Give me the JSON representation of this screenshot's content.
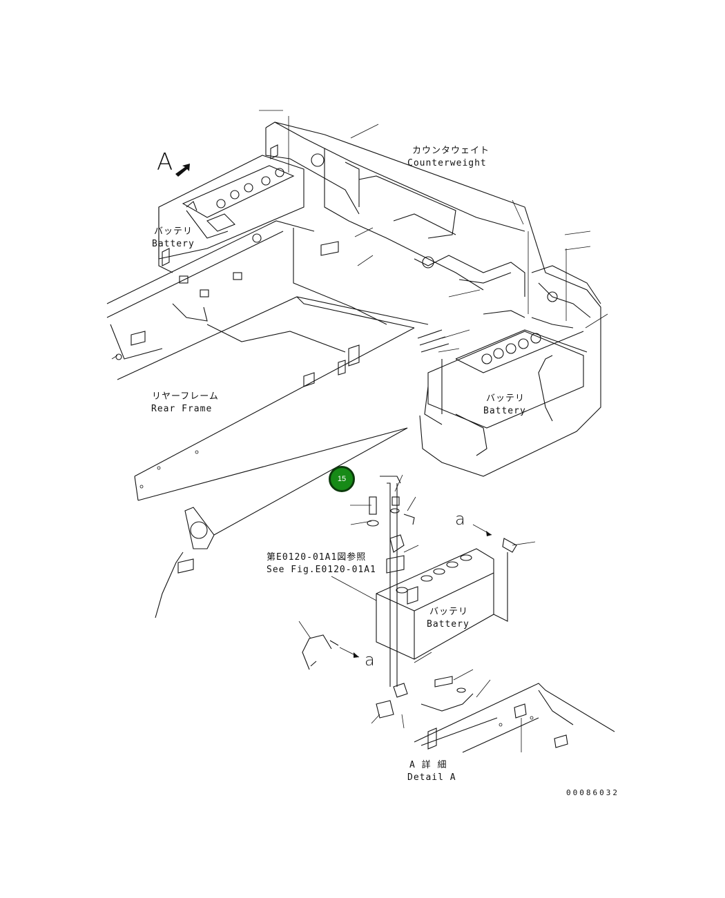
{
  "labels": {
    "view_letter": "A",
    "counterweight_jp": "カウンタウェイト",
    "counterweight_en": "Counterweight",
    "battery_jp": "バッテリ",
    "battery_en": "Battery",
    "rear_frame_jp": "リヤーフレーム",
    "rear_frame_en": "Rear Frame",
    "see_fig_jp": "第E0120-01A1図参照",
    "see_fig_en": "See Fig.E0120-01A1",
    "detail_jp": "A 詳 細",
    "detail_en": "Detail A",
    "connector_letter": "a",
    "drawing_number": "00086032"
  },
  "callout": {
    "number": "15",
    "color": "#178a17"
  }
}
